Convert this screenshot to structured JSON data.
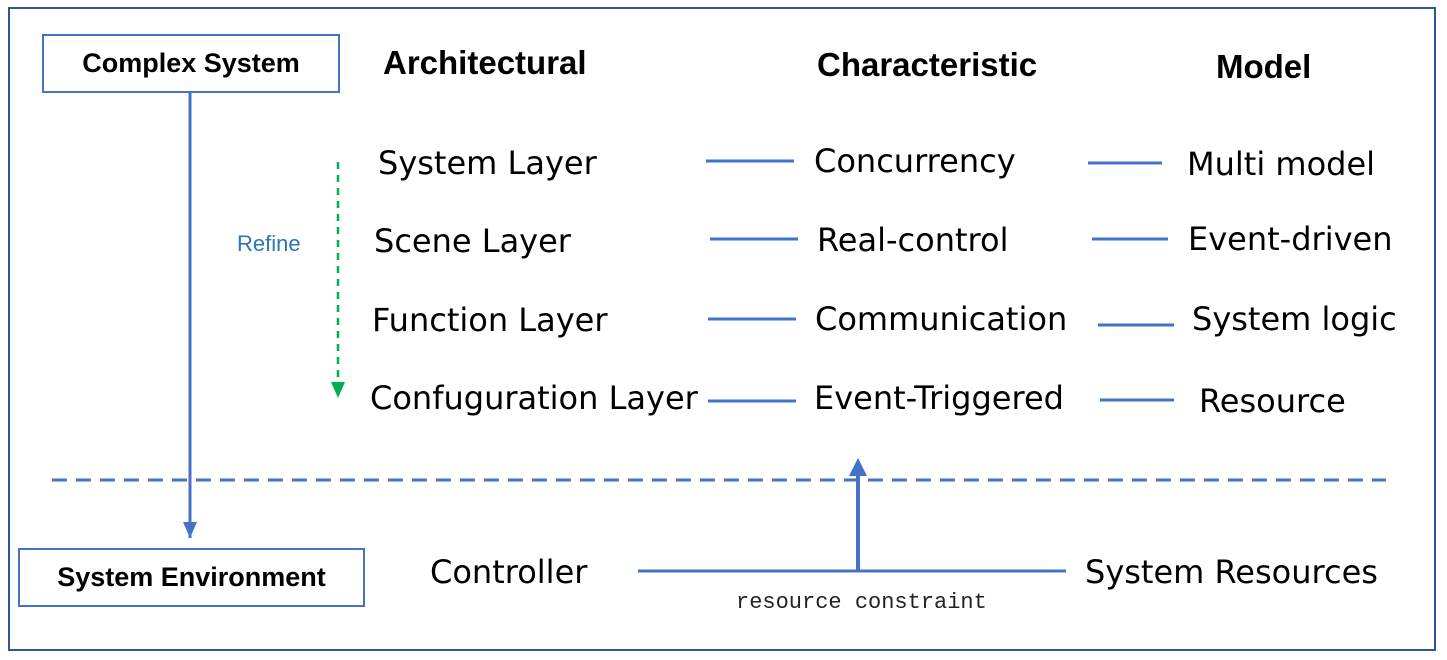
{
  "boxes": {
    "complex_system": "Complex System",
    "system_environment": "System Environment"
  },
  "headers": {
    "architectural": "Architectural",
    "characteristic": "Characteristic",
    "model": "Model"
  },
  "refine_label": "Refine",
  "rows": [
    {
      "layer": "System Layer",
      "characteristic": "Concurrency",
      "model": "Multi model"
    },
    {
      "layer": "Scene Layer",
      "characteristic": "Real-control",
      "model": "Event-driven"
    },
    {
      "layer": "Function Layer",
      "characteristic": "Communication",
      "model": "System logic"
    },
    {
      "layer": "Confuguration Layer",
      "characteristic": "Event-Triggered",
      "model": "Resource"
    }
  ],
  "environment": {
    "controller": "Controller",
    "system_resources": "System Resources",
    "constraint_label": "resource constraint"
  },
  "colors": {
    "line": "#4472c4",
    "frame": "#2f5597",
    "refine_arrow": "#00b050",
    "refine_text": "#2e75b6"
  }
}
